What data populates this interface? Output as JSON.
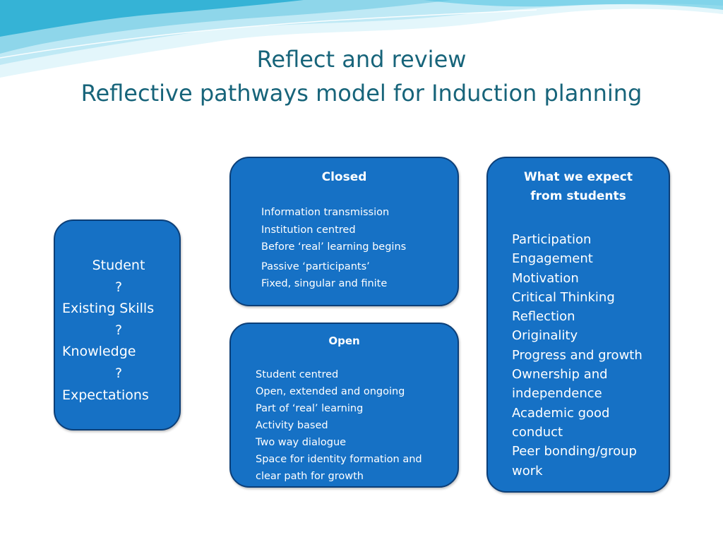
{
  "header": {
    "title_line1": "Reflect and review",
    "title_line2": "Reflective pathways model for Induction planning"
  },
  "colors": {
    "title": "#17647a",
    "box_fill": "#1671c5",
    "box_border": "#0c3f78",
    "wave_light": "#cdeff7",
    "wave_mid": "#8ed6ea",
    "wave_dark": "#35b3d6"
  },
  "student_box": {
    "lines": [
      "Student",
      "?",
      "Existing Skills",
      "?",
      "Knowledge",
      "?",
      "Expectations"
    ]
  },
  "closed_box": {
    "heading": "Closed",
    "items": [
      "Information transmission",
      "Institution centred",
      "Before ‘real’ learning begins",
      "Passive ‘participants’",
      "Fixed, singular and finite"
    ]
  },
  "open_box": {
    "heading": "Open",
    "items": [
      "Student centred",
      "Open, extended and ongoing",
      "Part of ‘real’ learning",
      "Activity based",
      "Two way dialogue",
      "Space for identity formation  and",
      "clear path for growth"
    ]
  },
  "expect_box": {
    "heading_line1": "What we expect",
    "heading_line2": "from students",
    "items": [
      "Participation",
      "Engagement",
      "Motivation",
      "Critical Thinking",
      "Reflection",
      "Originality",
      "Progress and growth",
      "Ownership and",
      "independence",
      "Academic good",
      "conduct",
      "Peer bonding/group",
      "work"
    ]
  }
}
